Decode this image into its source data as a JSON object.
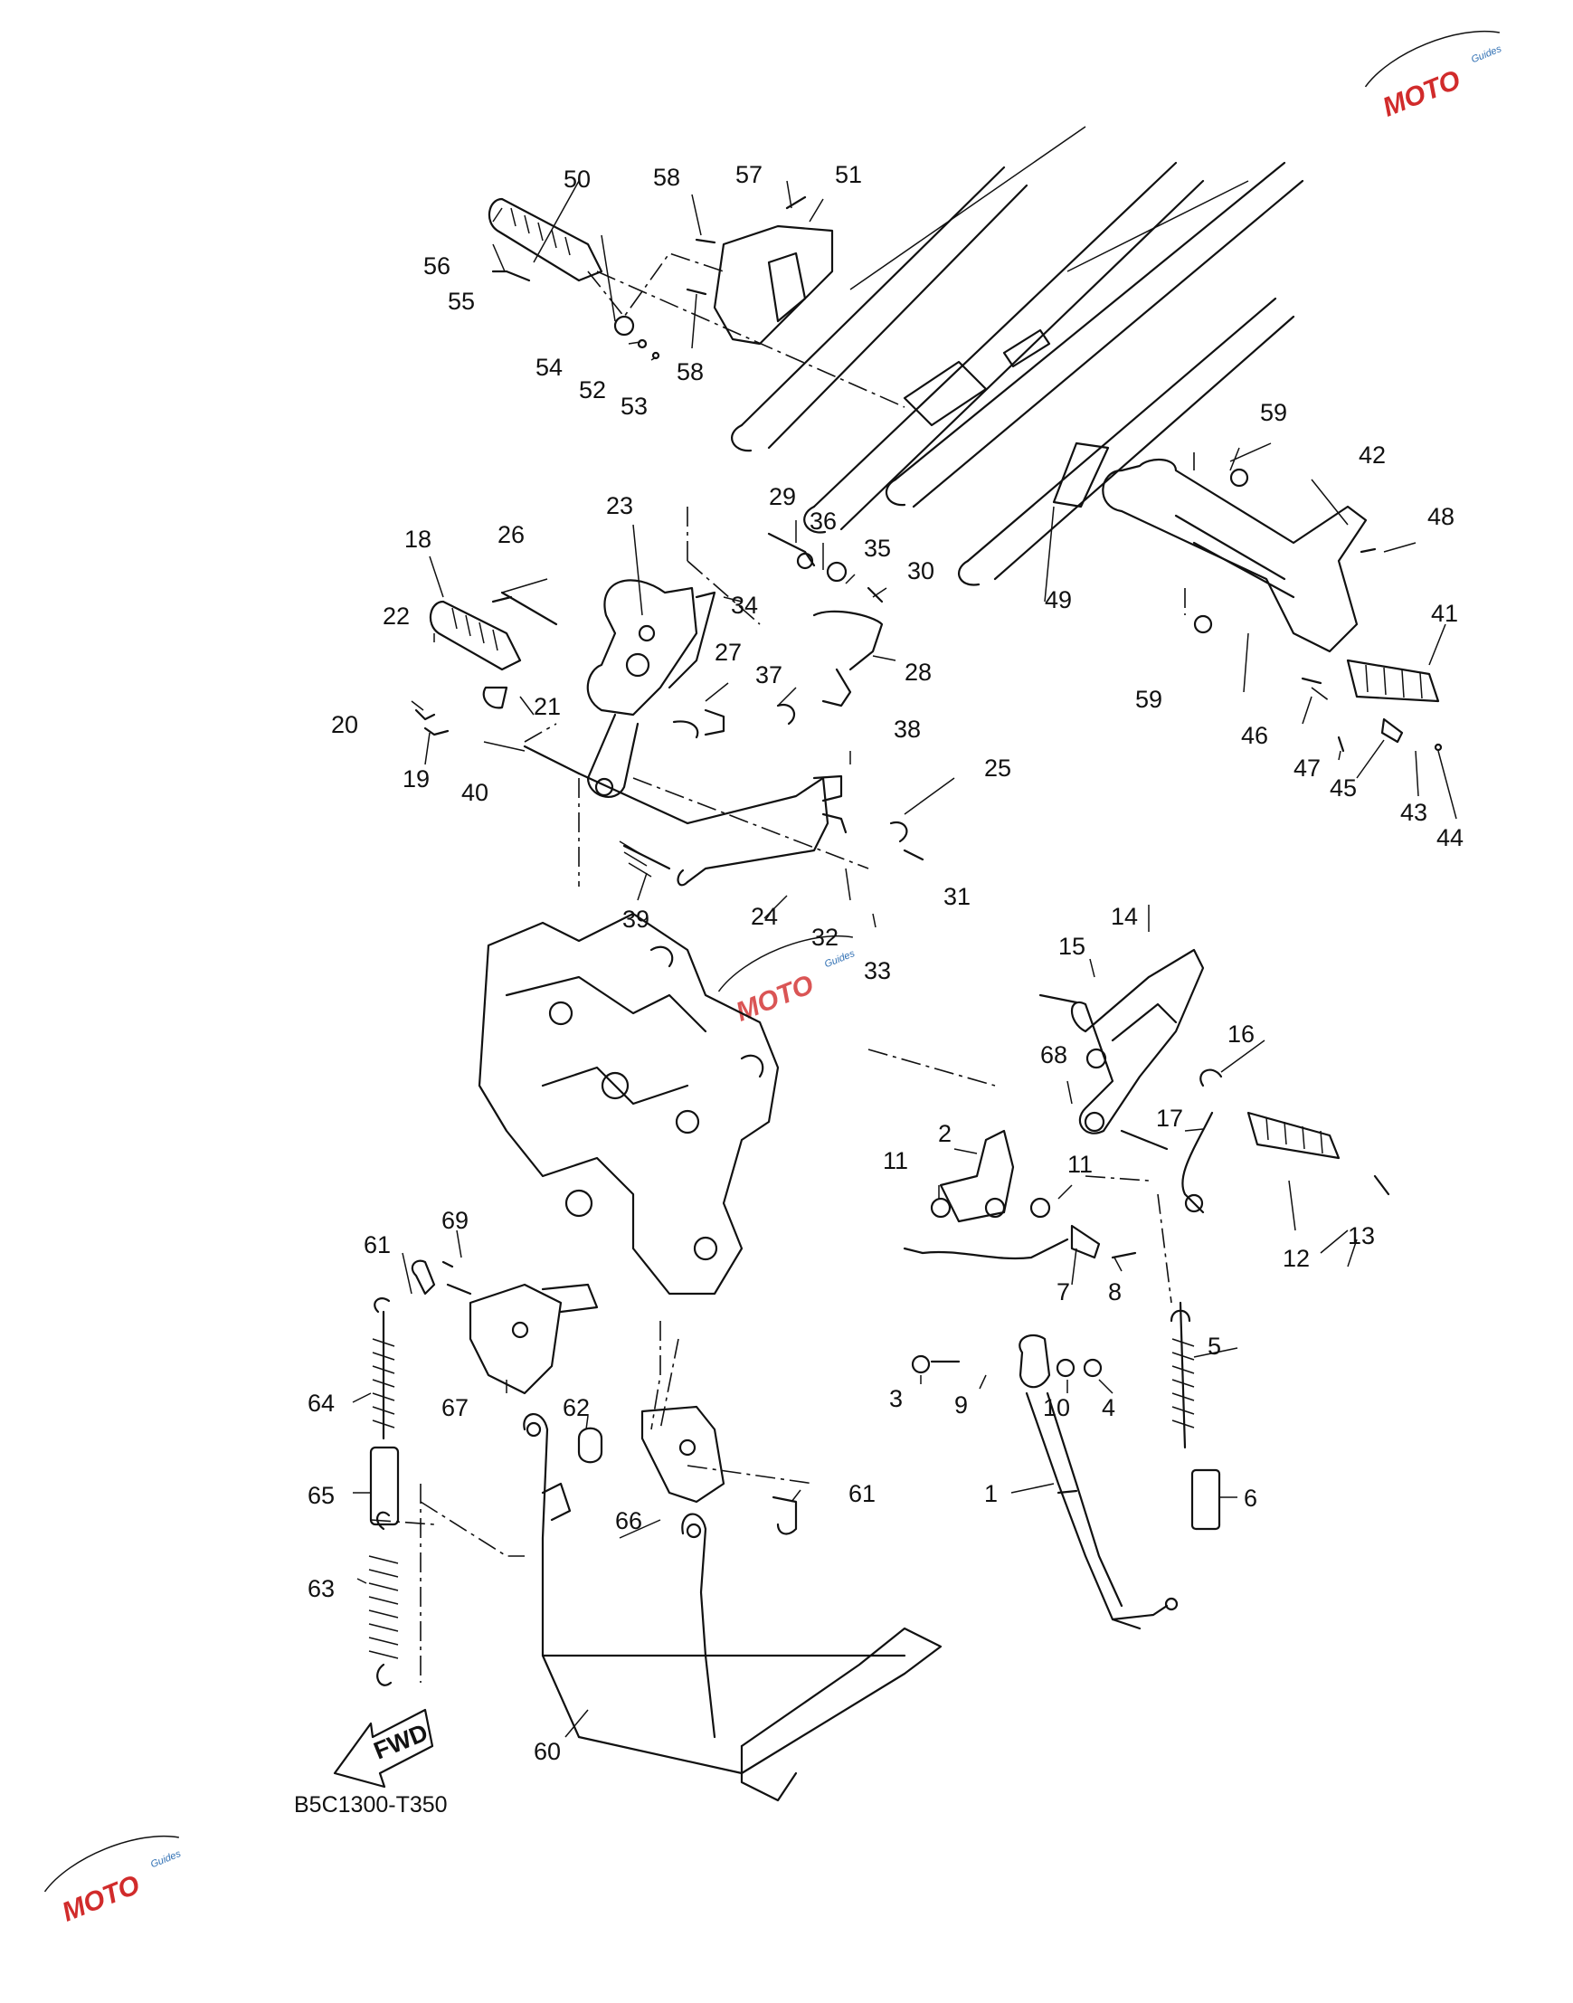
{
  "diagram_code": "B5C1300-T350",
  "fwd_label": "FWD",
  "watermark": {
    "text": "MOTO",
    "subtext": "Guides",
    "color_primary": "#d12b2b",
    "color_secondary": "#2f6fb3"
  },
  "callouts": [
    "1",
    "2",
    "3",
    "4",
    "5",
    "6",
    "7",
    "8",
    "9",
    "10",
    "11",
    "11",
    "12",
    "13",
    "14",
    "15",
    "16",
    "17",
    "18",
    "19",
    "20",
    "21",
    "22",
    "23",
    "24",
    "25",
    "26",
    "27",
    "28",
    "29",
    "30",
    "31",
    "32",
    "33",
    "34",
    "35",
    "36",
    "37",
    "38",
    "39",
    "40",
    "41",
    "42",
    "43",
    "44",
    "45",
    "46",
    "47",
    "48",
    "49",
    "50",
    "51",
    "52",
    "53",
    "54",
    "55",
    "56",
    "57",
    "58",
    "58",
    "59",
    "59",
    "60",
    "61",
    "61",
    "62",
    "63",
    "64",
    "65",
    "66",
    "67",
    "68",
    "69"
  ]
}
